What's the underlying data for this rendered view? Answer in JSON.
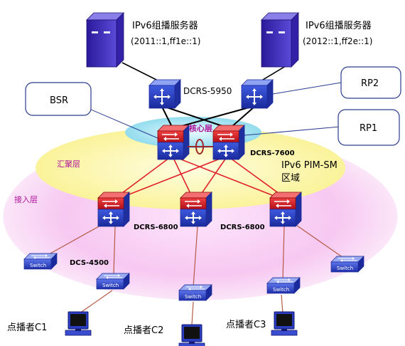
{
  "servers": [
    {
      "title": "IPv6组播服务器",
      "group": "(2011::1,ff1e::1)"
    },
    {
      "title": "IPv6组播服务器",
      "group": "(2012::1,ff2e::1)"
    }
  ],
  "callouts": {
    "bsr": "BSR",
    "rp2": "RP2",
    "rp1": "RP1"
  },
  "labels": {
    "dcrs5950": "DCRS-5950",
    "core_layer": "核心层",
    "dcrs7600": "DCRS-7600",
    "aggregation_layer": "汇聚层",
    "pim_domain_line1": "IPv6 PIM-SM",
    "pim_domain_line2": "区域",
    "access_layer": "接入层",
    "dcrs6800_left": "DCRS-6800",
    "dcrs6800_right": "DCRS-6800",
    "dcs4500": "DCS-4500",
    "switch_text": "Switch"
  },
  "clients": [
    "点播者C1",
    "点播者C2",
    "点播者C3"
  ],
  "colors": {
    "access_ellipse": "#f7c8f2",
    "aggregation_ellipse": "#fbf7a9",
    "core_ellipse": "#b9ecf6",
    "switch_blue": "#2e44c8",
    "router_red": "#d6202a",
    "link_red": "#e0202a",
    "link_black": "#000000",
    "link_brown": "#a0522d",
    "layer_label": "#b0139a"
  }
}
